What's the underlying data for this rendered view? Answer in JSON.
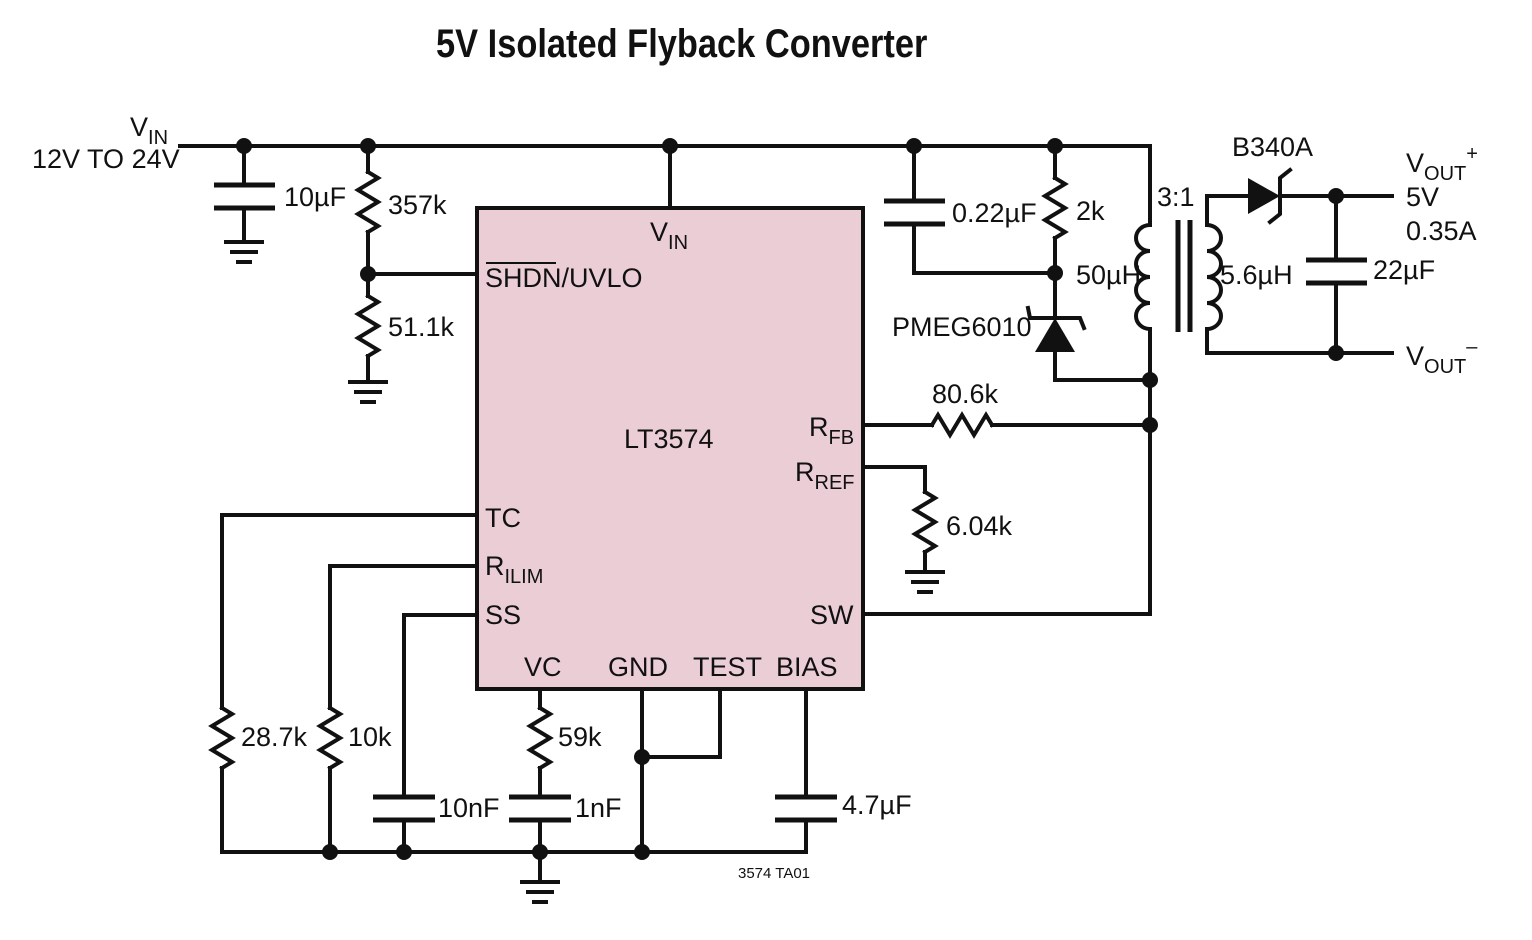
{
  "title": "5V Isolated Flyback Converter",
  "chip": {
    "name": "LT3574",
    "pins": {
      "vin": "V",
      "vin_sub": "IN",
      "shdn_uvlo": "SHDN/UVLO",
      "rfb": "R",
      "rfb_sub": "FB",
      "rref": "R",
      "rref_sub": "REF",
      "tc": "TC",
      "rilim": "R",
      "rilim_sub": "ILIM",
      "ss": "SS",
      "sw": "SW",
      "vc": "VC",
      "gnd": "GND",
      "test": "TEST",
      "bias": "BIAS"
    },
    "fill": "#ebcdd6"
  },
  "input": {
    "label": "V",
    "label_sub": "IN",
    "range": "12V TO 24V"
  },
  "output": {
    "pos": "V",
    "pos_sub": "OUT",
    "pos_sup": "+",
    "voltage": "5V",
    "current": "0.35A",
    "neg": "V",
    "neg_sub": "OUT",
    "neg_sup": "–"
  },
  "components": {
    "c_in": "10µF",
    "r_top": "357k",
    "r_bottom": "51.1k",
    "c_snub": "0.22µF",
    "r_snub": "2k",
    "d_clamp": "PMEG6010",
    "l_pri": "50µH",
    "ratio": "3:1",
    "l_sec": "5.6µH",
    "d_out": "B340A",
    "c_out": "22µF",
    "r_fb": "80.6k",
    "r_ref": "6.04k",
    "r_tc": "28.7k",
    "r_ilim": "10k",
    "c_ss": "10nF",
    "r_vc": "59k",
    "c_vc": "1nF",
    "c_bias": "4.7µF"
  },
  "figure_id": "3574 TA01"
}
